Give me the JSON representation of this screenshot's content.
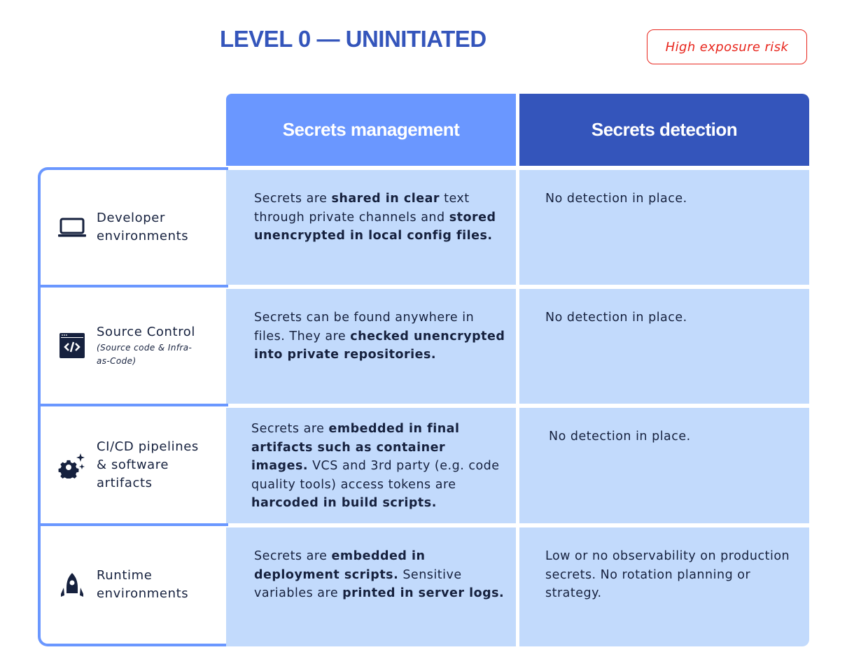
{
  "header": {
    "title": "LEVEL 0 — UNINITIATED",
    "risk_badge": "High exposure risk"
  },
  "colors": {
    "title": "#3455bb",
    "risk": "#e8261d",
    "management_header": "#6a97ff",
    "detection_header": "#3455bb",
    "cell_background": "#c2dafc",
    "row_border": "#6a97ff",
    "text": "#16213e"
  },
  "columns": {
    "management": "Secrets management",
    "detection": "Secrets detection"
  },
  "rows": [
    {
      "icon": "laptop-icon",
      "label": "Developer environments",
      "sublabel": "",
      "management": [
        {
          "t": "Secrets are ",
          "b": false
        },
        {
          "t": "shared in clear",
          "b": true
        },
        {
          "t": " text through private channels and ",
          "b": false
        },
        {
          "t": "stored unencrypted in local config files.",
          "b": true
        }
      ],
      "detection": "No detection in place."
    },
    {
      "icon": "code-window-icon",
      "label": "Source Control",
      "sublabel": "(Source code & Infra-as-Code)",
      "management": [
        {
          "t": "Secrets can be found anywhere in files. They are ",
          "b": false
        },
        {
          "t": "checked unencrypted into private repositories.",
          "b": true
        }
      ],
      "detection": "No detection in place."
    },
    {
      "icon": "gear-sparkle-icon",
      "label": "CI/CD pipelines & software artifacts",
      "sublabel": "",
      "management": [
        {
          "t": "Secrets are ",
          "b": false
        },
        {
          "t": "embedded in final artifacts such as container images.",
          "b": true
        },
        {
          "t": " VCS and 3rd party (e.g. code quality tools) access tokens are ",
          "b": false
        },
        {
          "t": "harcoded in build scripts.",
          "b": true
        }
      ],
      "detection": "No detection in place."
    },
    {
      "icon": "rocket-icon",
      "label": "Runtime environments",
      "sublabel": "",
      "management": [
        {
          "t": "Secrets are ",
          "b": false
        },
        {
          "t": "embedded in deployment scripts.",
          "b": true
        },
        {
          "t": " Sensitive variables are ",
          "b": false
        },
        {
          "t": "printed in server logs.",
          "b": true
        }
      ],
      "detection": "Low or no observability on production secrets. No rotation planning or strategy."
    }
  ]
}
